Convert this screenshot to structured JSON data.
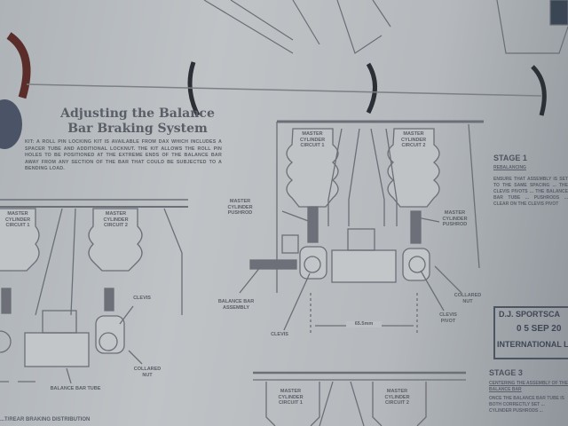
{
  "page": {
    "title": "Adjusting the Balance Bar Braking System",
    "title_line1": "Adjusting the Balance",
    "title_line2": "Bar Braking System",
    "kit_label": "KIT:",
    "paragraph": "A ROLL PIN LOCKING KIT IS AVAILABLE FROM DAX WHICH INCLUDES A SPACER TUBE AND ADDITIONAL LOCKNUT. THE KIT ALLOWS THE ROLL PIN HOLES TO BE POSITIONED AT THE EXTREME ENDS OF THE BALANCE BAR AWAY FROM ANY SECTION OF THE BAR THAT COULD BE SUBJECTED TO A BENDING LOAD.",
    "footer_caption": "...T/REAR BRAKING DISTRIBUTION"
  },
  "left_diagram": {
    "cyl1": "MASTER CYLINDER CIRCUIT 1",
    "cyl2": "MASTER CYLINDER CIRCUIT 2",
    "clevis": "CLEVIS",
    "collared_nut": "COLLARED NUT",
    "tube": "BALANCE BAR TUBE"
  },
  "right_diagram": {
    "cyl1": "MASTER CYLINDER CIRCUIT 1",
    "cyl2": "MASTER CYLINDER CIRCUIT 2",
    "pushrod_left": "MASTER CYLINDER PUSHROD",
    "pushrod_right": "MASTER CYLINDER PUSHROD",
    "assembly": "BALANCE BAR ASSEMBLY",
    "clevis": "CLEVIS",
    "clevis_pivot": "CLEVIS PIVOT",
    "collared_nut": "COLLARED NUT",
    "dimension": "65.5mm"
  },
  "bottom_diagram": {
    "cyl1": "MASTER CYLINDER CIRCUIT 1",
    "cyl2": "MASTER CYLINDER CIRCUIT 2"
  },
  "sidebar": {
    "stage1": "STAGE 1",
    "stage1_sub": "REBALANCING",
    "stage1_text": "ENSURE THAT ASSEMBLY IS SET TO THE SAME SPACING ... THE CLEVIS PIVOTS ... THE BALANCE BAR TUBE ... PUSHRODS ... CLEAR ON THE CLEVIS PIVOT",
    "stamp_line1": "D.J. SPORTSCA",
    "stamp_date": "0 5 SEP 20",
    "stamp_line3": "INTERNATIONAL L",
    "stage3": "STAGE 3",
    "stage3_sub": "CENTERING THE ASSEMBLY OF THE BALANCE BAR",
    "stage3_text": "ONCE THE BALANCE BAR TUBE IS BOTH CORRECTLY SET ... CYLINDER PUSHRODS ..."
  },
  "colors": {
    "paper": "#bcc0c4",
    "ink": "#555a62",
    "ring": "#2b2f36"
  }
}
